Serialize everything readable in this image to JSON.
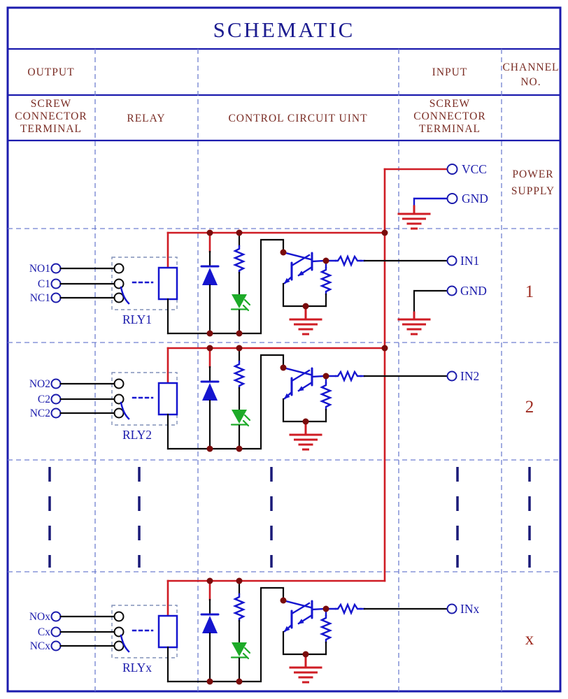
{
  "title": "SCHEMATIC",
  "colors": {
    "border_blue": "#1c1cae",
    "grid_dash": "#6f7fd0",
    "cont_navy": "#1a1a78",
    "title_navy": "#1c1c90",
    "header_maroon": "#7a2c24",
    "label_blue": "#1c1cac",
    "channel_red": "#9e2b20",
    "wire_black": "#0a0a0a",
    "wire_red": "#cf1c24",
    "gnd_red": "#cf1c24",
    "comp_blue": "#1515cf",
    "led_green": "#1daa28",
    "dot_maroon": "#7a0b0b",
    "relay_dash": "#8090b8"
  },
  "table": {
    "col_output": "OUTPUT",
    "col_input": "INPUT",
    "col_channel": [
      "CHANNEL",
      "NO."
    ],
    "sub_output": [
      "SCREW",
      "CONNECTOR",
      "TERMINAL"
    ],
    "sub_relay": "RELAY",
    "sub_control": "CONTROL CIRCUIT UINT",
    "sub_input": [
      "SCREW",
      "CONNECTOR",
      "TERMINAL"
    ]
  },
  "power": {
    "vcc_label": "VCC",
    "gnd_label": "GND",
    "channel_label": [
      "POWER",
      "SUPPLY"
    ]
  },
  "channels": [
    {
      "no_label": "NO1",
      "c_label": "C1",
      "nc_label": "NC1",
      "relay_label": "RLY1",
      "in_label": "IN1",
      "gnd_label": "GND",
      "channel_no": "1"
    },
    {
      "no_label": "NO2",
      "c_label": "C2",
      "nc_label": "NC2",
      "relay_label": "RLY2",
      "in_label": "IN2",
      "channel_no": "2"
    },
    {
      "no_label": "NOx",
      "c_label": "Cx",
      "nc_label": "NCx",
      "relay_label": "RLYx",
      "in_label": "INx",
      "channel_no": "x"
    }
  ]
}
